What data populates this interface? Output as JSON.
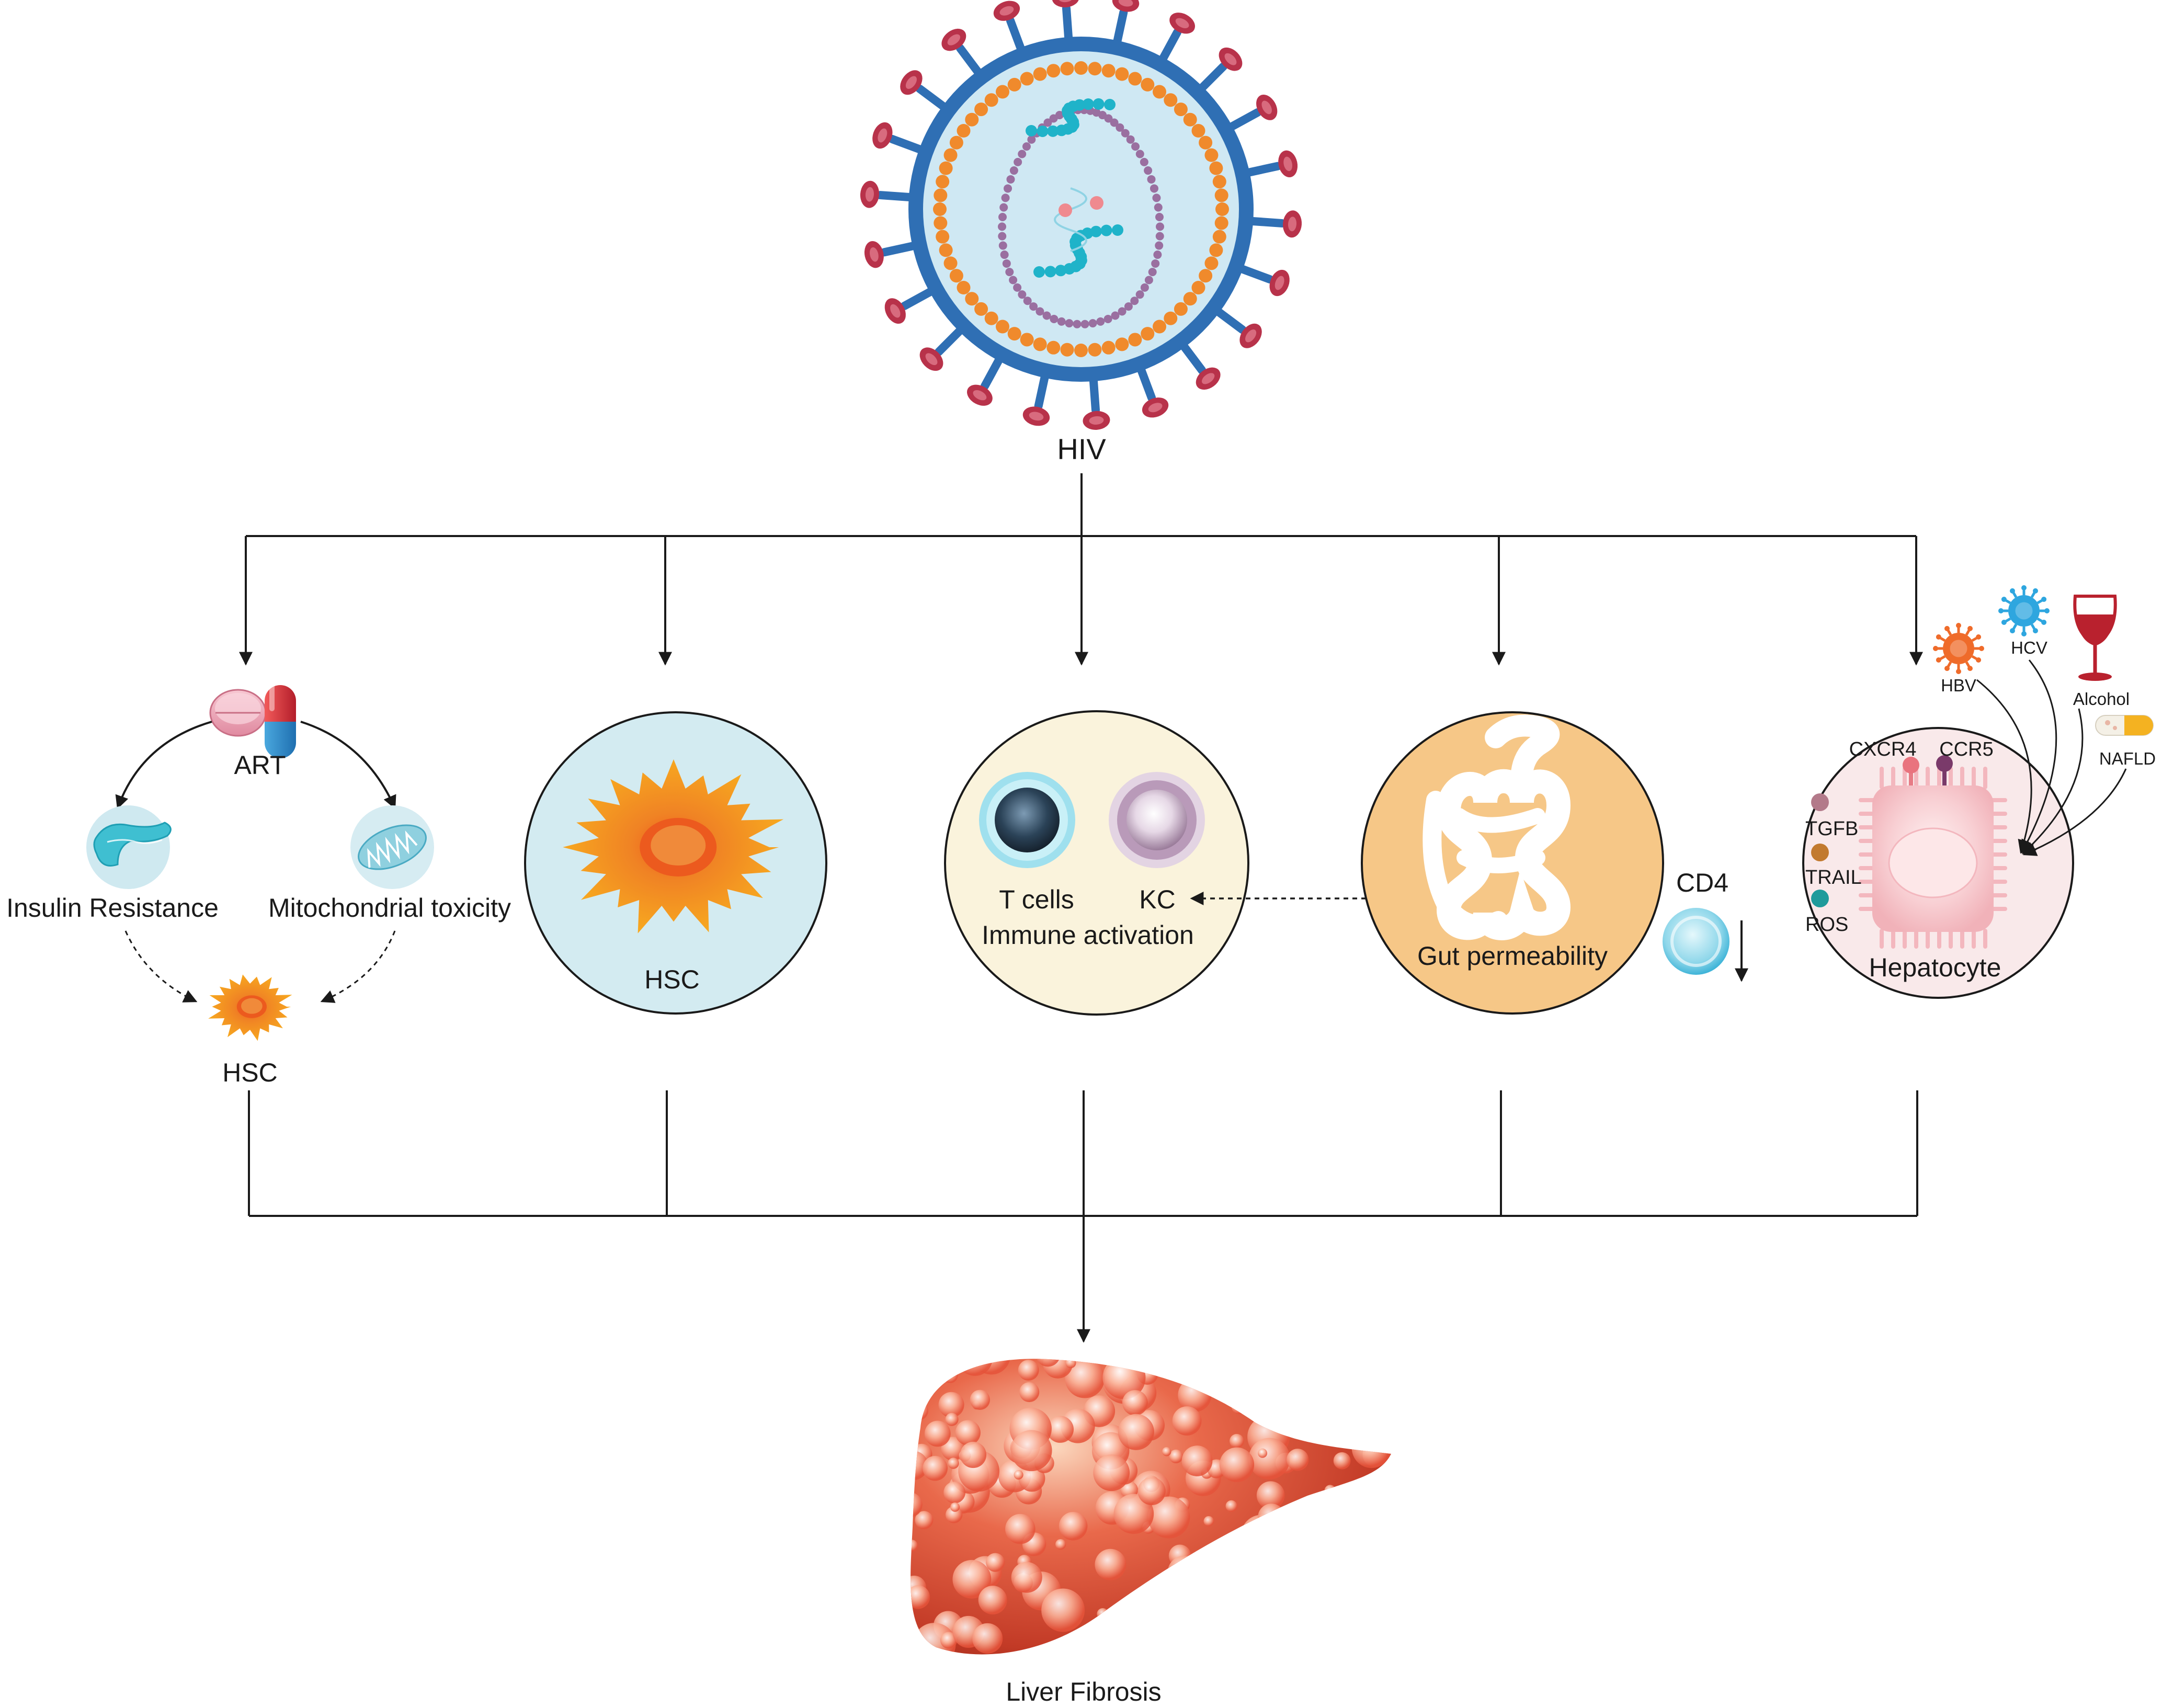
{
  "labels": {
    "hiv": "HIV",
    "art": "ART",
    "insulin_resistance": "Insulin Resistance",
    "mito_toxicity": "Mitochondrial toxicity",
    "hsc_small": "HSC",
    "hsc_circle": "HSC",
    "t_cells": "T cells",
    "kc": "KC",
    "immune_activation": "Immune activation",
    "gut_permeability": "Gut permeability",
    "cd4": "CD4",
    "hepatocyte": "Hepatocyte",
    "cxcr4": "CXCR4",
    "ccr5": "CCR5",
    "tgfb": "TGFB",
    "trail": "TRAIL",
    "ros": "ROS",
    "hbv": "HBV",
    "hcv": "HCV",
    "alcohol": "Alcohol",
    "nafld": "NAFLD",
    "liver_fibrosis": "Liver Fibrosis"
  },
  "colors": {
    "line": "#1a1a1a",
    "virus_spike": "#2f6fb4",
    "virus_tip": "#b8324a",
    "virus_fill": "#cfe8f3",
    "orange_dots": "#f08a2c",
    "purple_dots": "#9a6fa0",
    "rna_teal": "#1fb3c9",
    "hsc_orange": "#f7a21c",
    "hsc_core": "#ee6a22",
    "light_blue_circle": "#d3ebf1",
    "cream_circle": "#faf3dc",
    "gut_circle": "#f6c787",
    "hepatocyte_circle": "#f9e9ea",
    "hepatocyte_cell": "#f7c9cd",
    "liver_dark": "#b5331f",
    "liver_light": "#f7a27a",
    "hbv_orange": "#ef6b2a",
    "hcv_blue": "#2ea6df",
    "wine_red": "#b9212e"
  },
  "icons": [
    "hiv-virus-icon",
    "pill-icon",
    "capsule-icon",
    "pancreas-icon",
    "mitochondria-icon",
    "hsc-icon",
    "t-cell-icon",
    "kupffer-cell-icon",
    "intestine-icon",
    "cd4-cell-icon",
    "hepatocyte-icon",
    "hbv-icon",
    "hcv-icon",
    "wine-glass-icon",
    "nafld-capsule-icon",
    "liver-icon"
  ]
}
